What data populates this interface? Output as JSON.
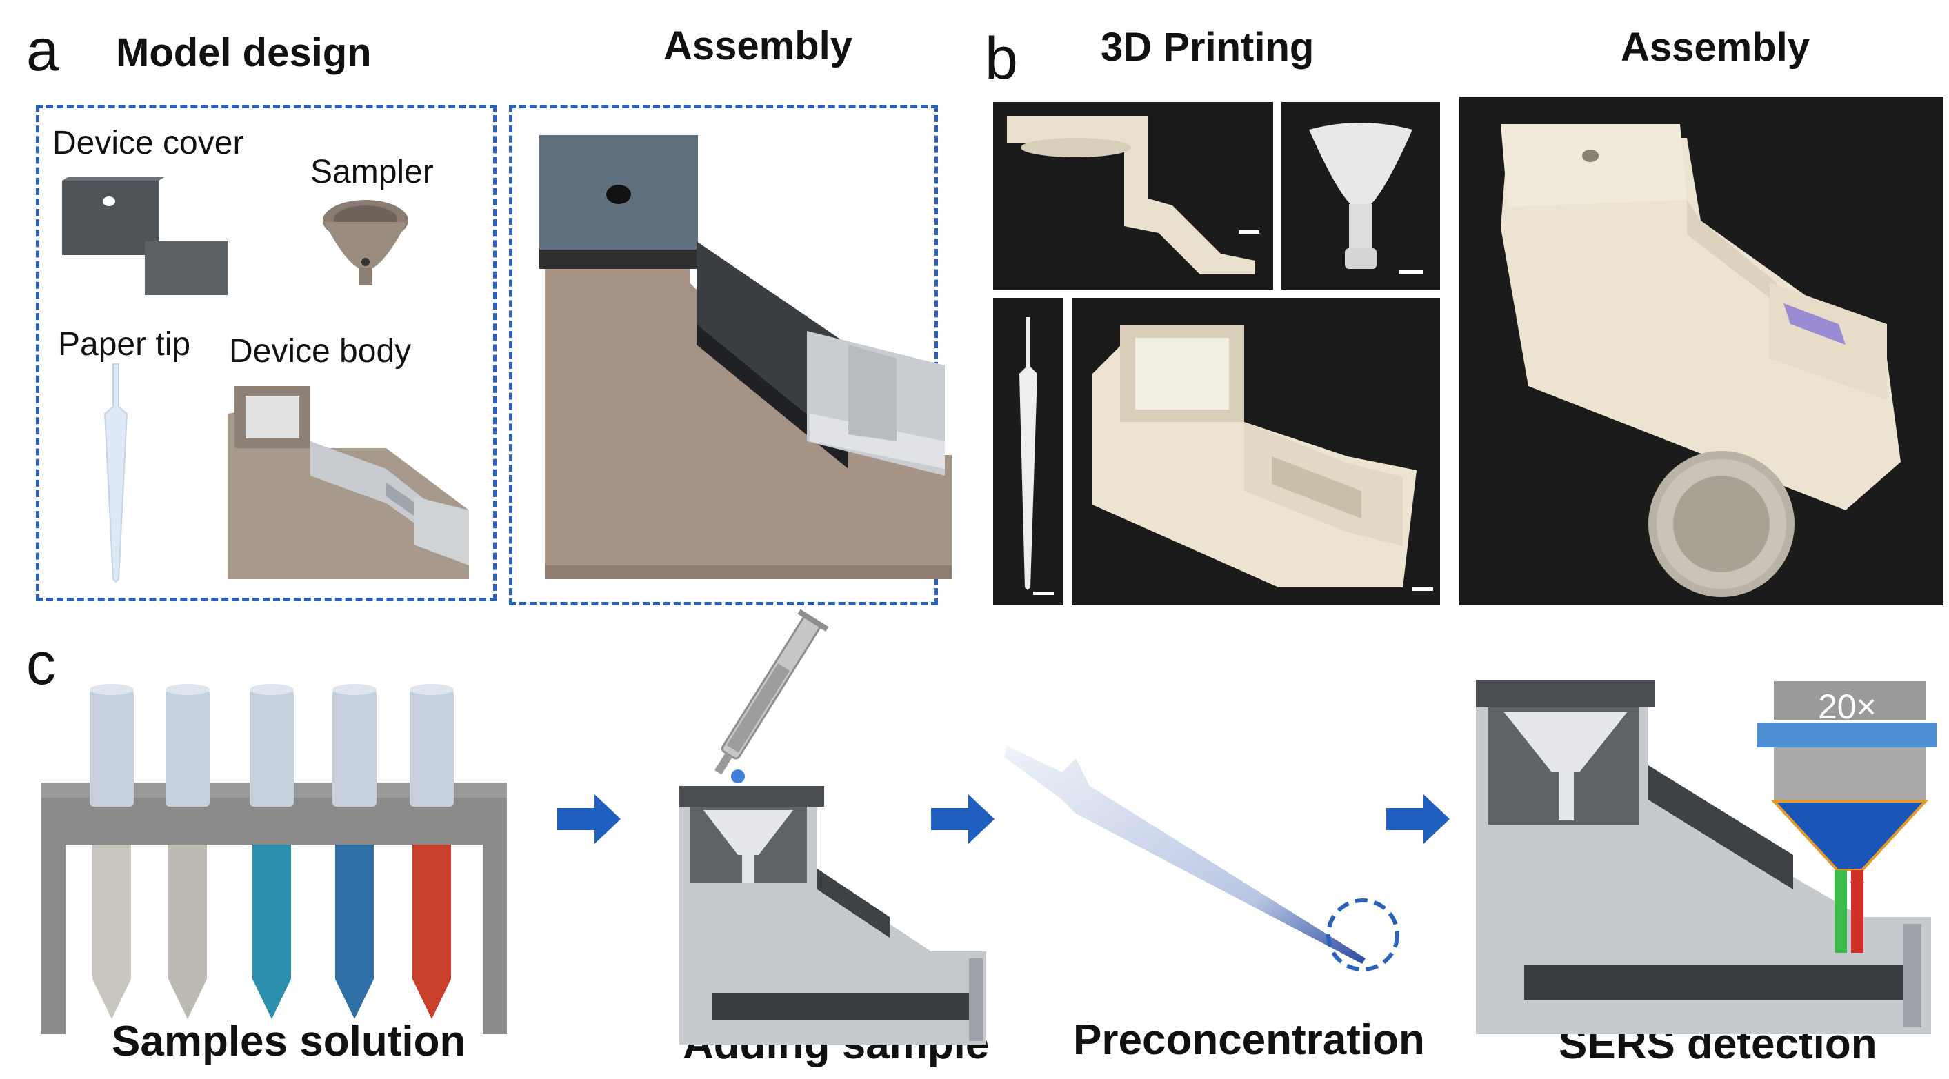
{
  "panels": {
    "a": {
      "letter": "a",
      "titles": {
        "model_design": "Model design",
        "assembly": "Assembly"
      },
      "parts": {
        "device_cover": "Device cover",
        "sampler": "Sampler",
        "paper_tip": "Paper tip",
        "device_body": "Device body"
      }
    },
    "b": {
      "letter": "b",
      "titles": {
        "printing": "3D Printing",
        "assembly": "Assembly"
      }
    },
    "c": {
      "letter": "c",
      "steps": [
        "Samples solution",
        "Adding sample",
        "Preconcentration",
        "SERS detection"
      ],
      "objective_label": "20×",
      "tube_colors": [
        "#c9c6bf",
        "#bdbab3",
        "#2d8fae",
        "#2f6fa6",
        "#c9402a"
      ]
    }
  },
  "colors": {
    "dash_border": "#2a62b8",
    "arrow": "#1f5fbf",
    "device_body": "#a39589",
    "device_cover": "#4d5258",
    "print_material": "#ece3d0"
  }
}
